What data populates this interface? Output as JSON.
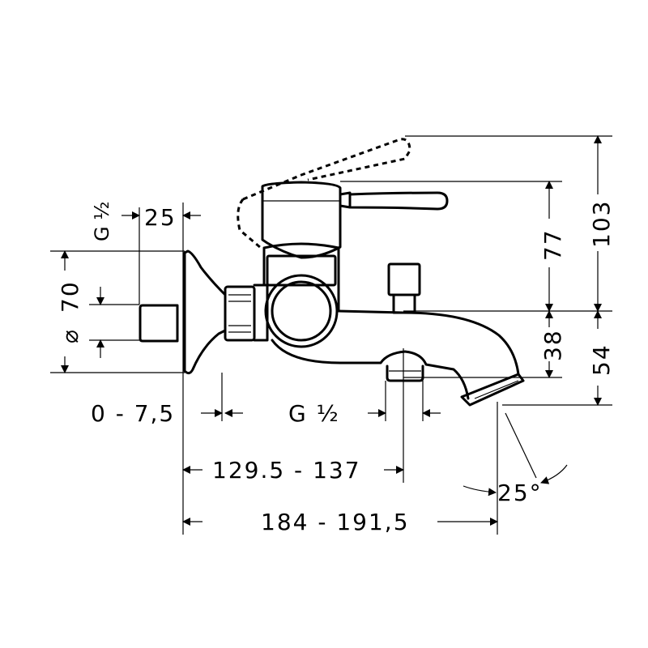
{
  "dimensions": {
    "g_half_left": "G ½",
    "d25": "25",
    "d70": "70",
    "diameter_symbol": "⌀",
    "d0_75": "0 - 7,5",
    "g_half_bottom": "G ½",
    "d129_137": "129.5 - 137",
    "d184_191": "184 - 191,5",
    "d77": "77",
    "d103": "103",
    "d38": "38",
    "d54": "54",
    "angle25": "25°"
  },
  "colors": {
    "line": "#000000",
    "background": "#ffffff"
  }
}
